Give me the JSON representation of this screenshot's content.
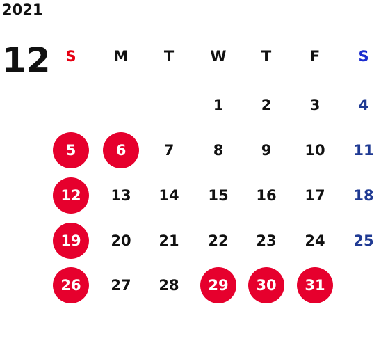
{
  "calendar": {
    "year": "2021",
    "month": "12",
    "weekdays": [
      "S",
      "M",
      "T",
      "W",
      "T",
      "F",
      "S"
    ],
    "weeks": [
      [
        "",
        "",
        "",
        "1",
        "2",
        "3",
        "4"
      ],
      [
        "5",
        "6",
        "7",
        "8",
        "9",
        "10",
        "11"
      ],
      [
        "12",
        "13",
        "14",
        "15",
        "16",
        "17",
        "18"
      ],
      [
        "19",
        "20",
        "21",
        "22",
        "23",
        "24",
        "25"
      ],
      [
        "26",
        "27",
        "28",
        "29",
        "30",
        "31",
        ""
      ]
    ],
    "highlighted_days": [
      "5",
      "6",
      "12",
      "19",
      "26",
      "29",
      "30",
      "31"
    ],
    "colors": {
      "holiday_fill": "#e6002d",
      "sunday_header": "#e60012",
      "saturday_header": "#1a2ccf",
      "saturday_date": "#1f3a93",
      "text": "#111111"
    }
  }
}
